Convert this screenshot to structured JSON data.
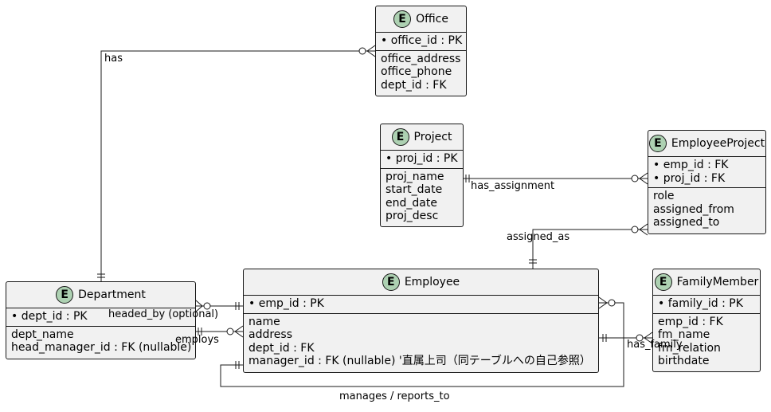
{
  "entities": {
    "office": {
      "badge": "E",
      "name": "Office",
      "keys": [
        "office_id : PK"
      ],
      "fields": [
        "office_address",
        "office_phone",
        "dept_id : FK"
      ]
    },
    "project": {
      "badge": "E",
      "name": "Project",
      "keys": [
        "proj_id : PK"
      ],
      "fields": [
        "proj_name",
        "start_date",
        "end_date",
        "proj_desc"
      ]
    },
    "employee_project": {
      "badge": "E",
      "name": "EmployeeProject",
      "keys": [
        "emp_id : FK",
        "proj_id : FK"
      ],
      "fields": [
        "role",
        "assigned_from",
        "assigned_to"
      ]
    },
    "department": {
      "badge": "E",
      "name": "Department",
      "keys": [
        "dept_id : PK"
      ],
      "fields": [
        "dept_name",
        "head_manager_id : FK (nullable)"
      ]
    },
    "employee": {
      "badge": "E",
      "name": "Employee",
      "keys": [
        "emp_id : PK"
      ],
      "fields": [
        "name",
        "address",
        "dept_id : FK",
        "manager_id : FK (nullable)  '直属上司（同テーブルへの自己参照）"
      ]
    },
    "family_member": {
      "badge": "E",
      "name": "FamilyMember",
      "keys": [
        "family_id : PK"
      ],
      "fields": [
        "emp_id : FK",
        "fm_name",
        "fm_relation",
        "birthdate"
      ]
    }
  },
  "relationships": {
    "has": "has",
    "has_assignment": "has_assignment",
    "assigned_as": "assigned_as",
    "headed_by": "headed_by (optional)",
    "employs": "employs",
    "has_family": "has_family",
    "manages": "manages / reports_to"
  },
  "colors": {
    "entity_fill": "#f1f1f1",
    "border": "#181818",
    "badge_fill": "#add1b2"
  }
}
